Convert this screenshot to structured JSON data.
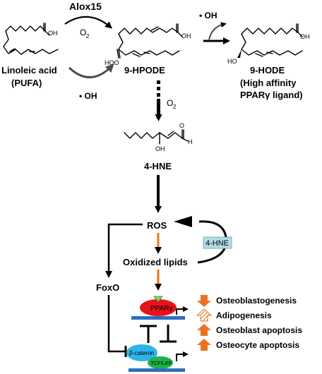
{
  "top": {
    "enzyme": "Alox15",
    "o2": "O",
    "o2_sub": "2",
    "oh_radical": "• OH",
    "oh_radical2": "• OH",
    "oh_group_end": "OH",
    "ooh_group": "HOO",
    "oh_group_9hode": "HO"
  },
  "molecules": {
    "linoleic_acid": "Linoleic acid",
    "pufa": "(PUFA)",
    "hpode": "9-HPODE",
    "hode": "9-HODE",
    "hode_note_1": "(High affinity",
    "hode_note_2": "PPARγ ligand)",
    "hne": "4-HNE",
    "hne_oh": "OH",
    "hne_o": "O",
    "hne_h": "H",
    "o2_mid": "O",
    "o2_mid_sub": "2"
  },
  "pathway": {
    "ros": "ROS",
    "hne_box": "4-HNE",
    "oxidized_lipids": "Oxidized lipids",
    "foxo": "FoxO",
    "ppar": "PPARγ",
    "beta_catenin": "β-catenin",
    "tcf": "TCF/LEF"
  },
  "effects": [
    {
      "label": "Osteoblastogenesis",
      "direction": "down",
      "style": "solid"
    },
    {
      "label": "Adipogenesis",
      "direction": "up",
      "style": "hatched"
    },
    {
      "label": "Osteoblast apoptosis",
      "direction": "up",
      "style": "solid"
    },
    {
      "label": "Osteocyte apoptosis",
      "direction": "up",
      "style": "solid"
    }
  ],
  "colors": {
    "orange": "#e97420",
    "ppar_red": "#e8121a",
    "beta_blue": "#2fb4e8",
    "tcf_green": "#1fb24a",
    "bar_blue": "#2f6fc0",
    "hne_box": "#b3dde6",
    "ligand_green": "#7dd957"
  }
}
